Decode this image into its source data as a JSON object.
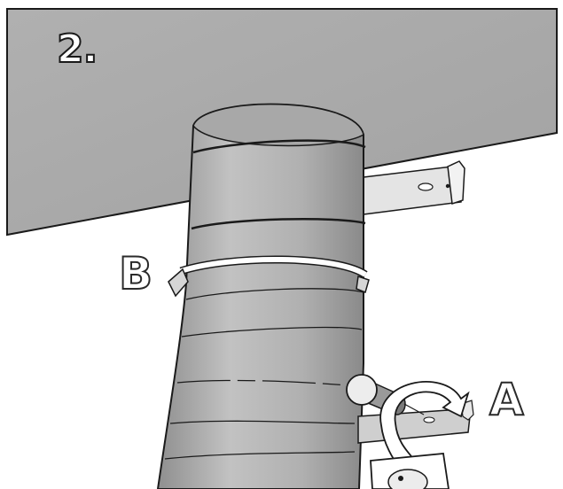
{
  "diagram": {
    "step_label": "2.",
    "callouts": [
      "B",
      "A"
    ],
    "colors": {
      "ceiling": "#a9a9a9",
      "pipe": "#b4b4b4",
      "outline": "#1a1a1a",
      "bracket": "#dcdcdc",
      "clamp": "#ffffff"
    },
    "icons": [
      "ceiling-plane",
      "pipe-section",
      "wall-bracket",
      "pipe-clamp",
      "rotation-arrow",
      "wall-plate"
    ]
  }
}
